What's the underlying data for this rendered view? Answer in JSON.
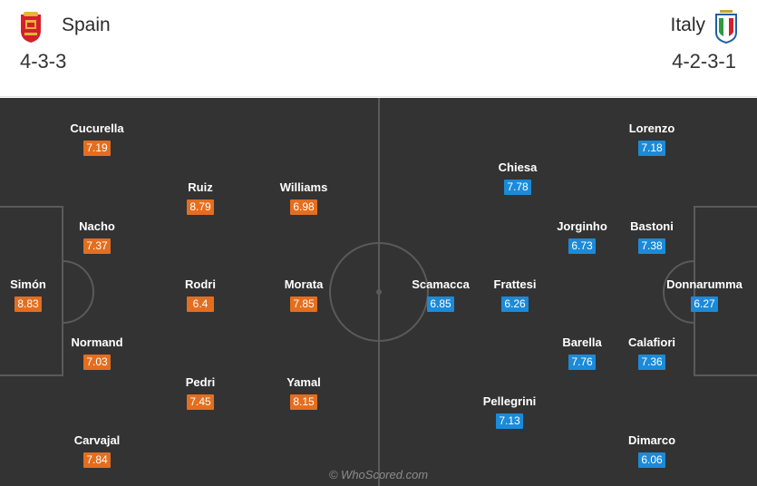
{
  "home": {
    "name": "Spain",
    "formation": "4-3-3",
    "accent": "#e46e1e",
    "badge_icon": "spain-crest-icon"
  },
  "away": {
    "name": "Italy",
    "formation": "4-2-3-1",
    "accent": "#1b8ad8",
    "badge_icon": "italy-crest-icon"
  },
  "home_players": [
    {
      "name": "Simón",
      "rating": "8.83"
    },
    {
      "name": "Cucurella",
      "rating": "7.19"
    },
    {
      "name": "Nacho",
      "rating": "7.37"
    },
    {
      "name": "Normand",
      "rating": "7.03"
    },
    {
      "name": "Carvajal",
      "rating": "7.84"
    },
    {
      "name": "Ruiz",
      "rating": "8.79"
    },
    {
      "name": "Rodri",
      "rating": "6.4"
    },
    {
      "name": "Pedri",
      "rating": "7.45"
    },
    {
      "name": "Williams",
      "rating": "6.98"
    },
    {
      "name": "Morata",
      "rating": "7.85"
    },
    {
      "name": "Yamal",
      "rating": "8.15"
    }
  ],
  "away_players": [
    {
      "name": "Donnarumma",
      "rating": "6.27"
    },
    {
      "name": "Lorenzo",
      "rating": "7.18"
    },
    {
      "name": "Bastoni",
      "rating": "7.38"
    },
    {
      "name": "Calafiori",
      "rating": "7.36"
    },
    {
      "name": "Dimarco",
      "rating": "6.06"
    },
    {
      "name": "Jorginho",
      "rating": "6.73"
    },
    {
      "name": "Barella",
      "rating": "7.76"
    },
    {
      "name": "Chiesa",
      "rating": "7.78"
    },
    {
      "name": "Frattesi",
      "rating": "6.26"
    },
    {
      "name": "Pellegrini",
      "rating": "7.13"
    },
    {
      "name": "Scamacca",
      "rating": "6.85"
    }
  ],
  "watermark": "© WhoScored.com"
}
